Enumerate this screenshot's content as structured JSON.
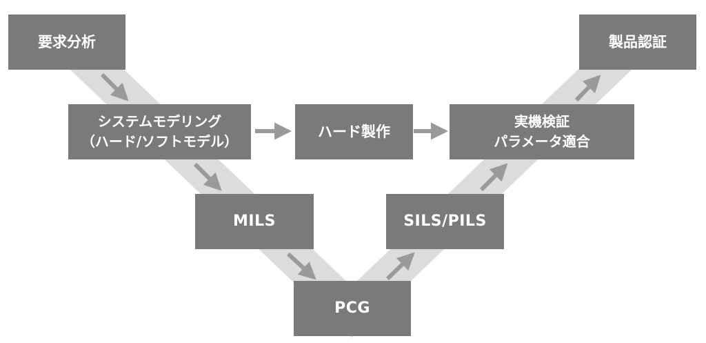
{
  "colors": {
    "box_fill": "#7a7a7a",
    "box_text": "#ffffff",
    "band": "#dcdcdc",
    "arrow": "#9a9a9a",
    "background": "#ffffff"
  },
  "nodes": {
    "requirements": {
      "label": "要求分析"
    },
    "system_modeling": {
      "line1": "システムモデリング",
      "line2": "（ハード/ソフトモデル）"
    },
    "mils": {
      "label": "MILS"
    },
    "pcg": {
      "label": "PCG"
    },
    "sils_pils": {
      "label": "SILS/PILS"
    },
    "hardware": {
      "label": "ハード製作"
    },
    "real_machine": {
      "line1": "実機検証",
      "line2": "パラメータ適合"
    },
    "certification": {
      "label": "製品認証"
    }
  }
}
